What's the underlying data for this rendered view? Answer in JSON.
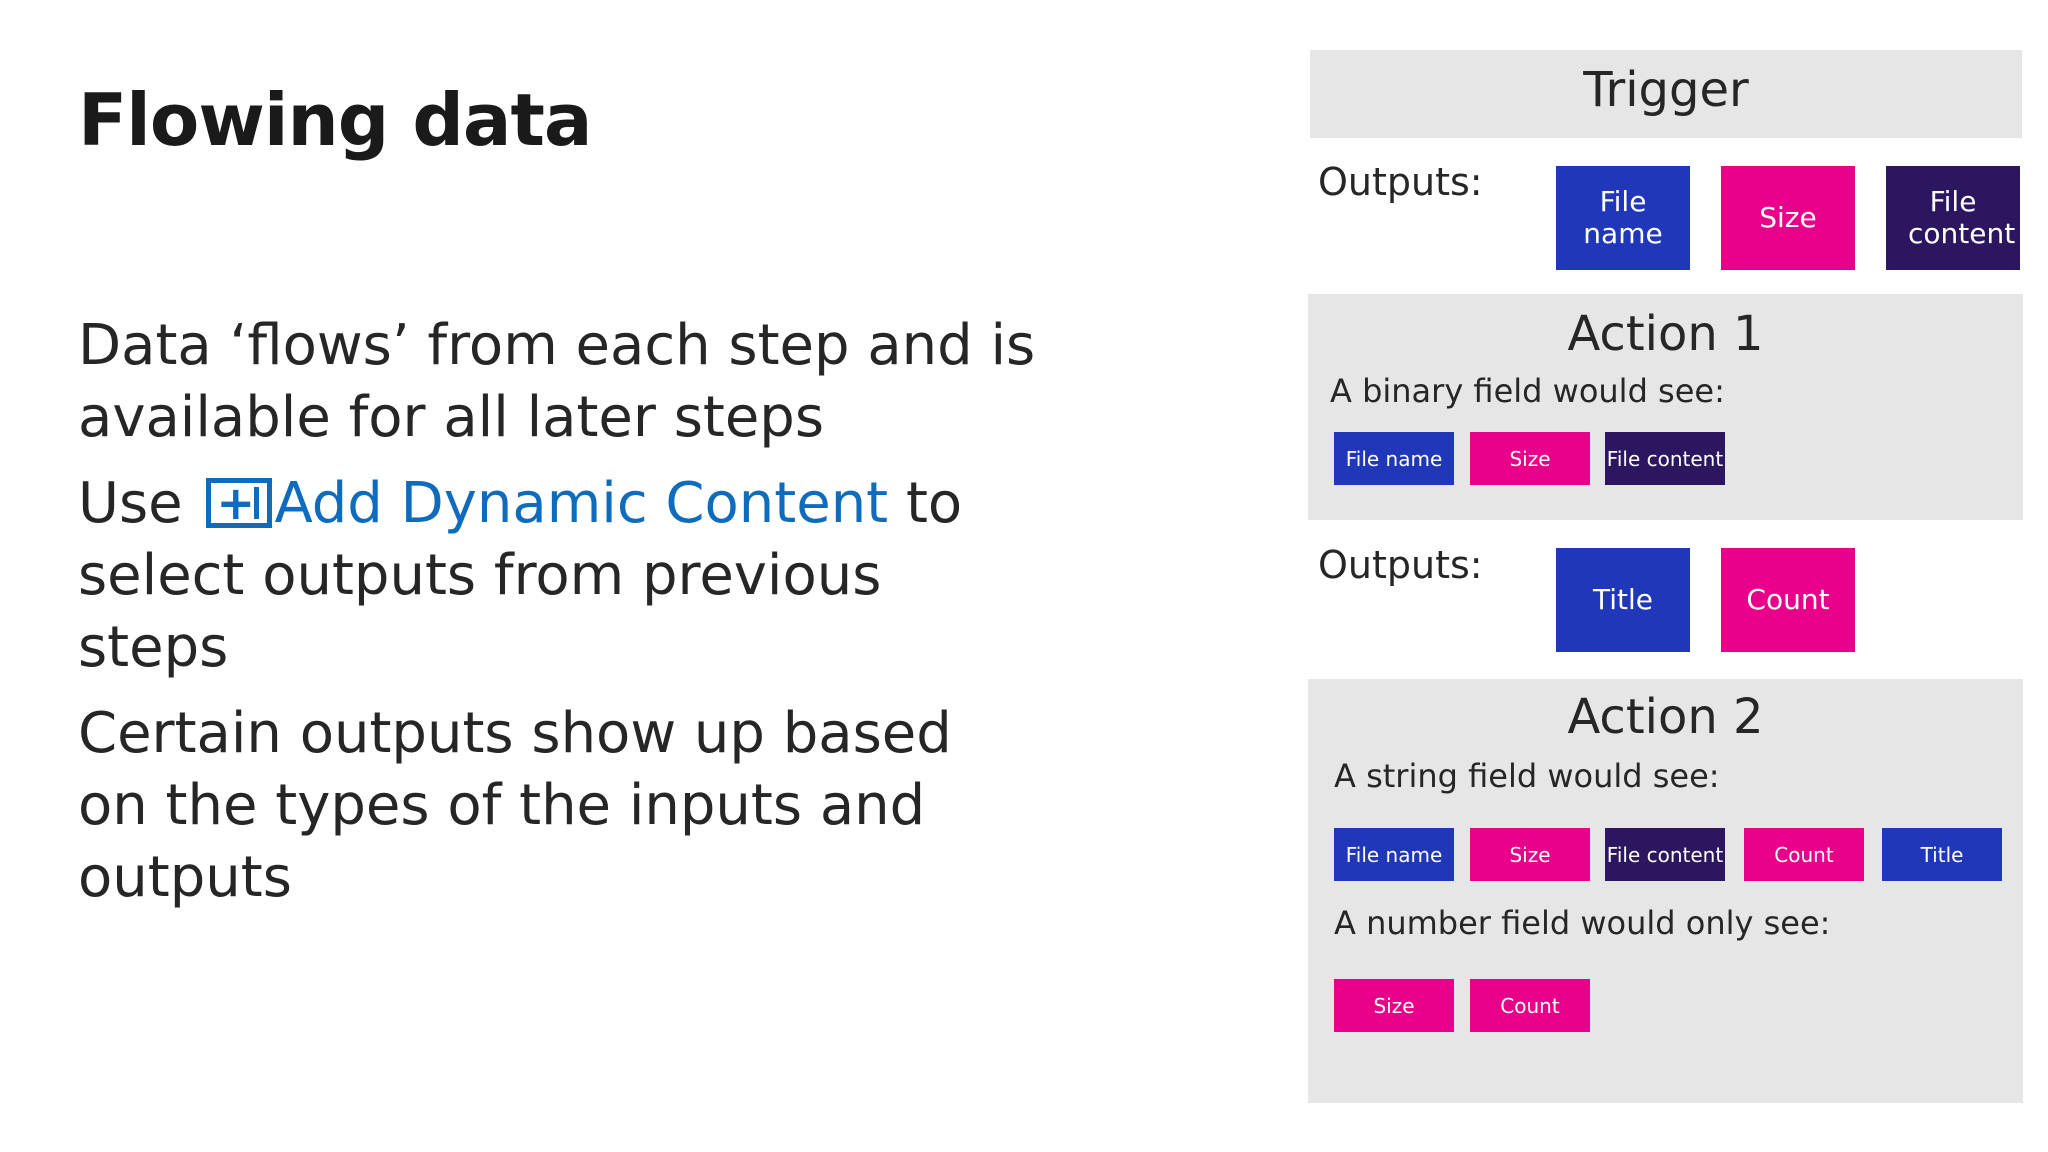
{
  "slide": {
    "title": "Flowing data",
    "bullets": [
      "Data ‘flows’ from each step and is available for all later steps",
      "Certain outputs show up based on the types of the inputs and outputs"
    ],
    "use_prefix": "Use",
    "dynamic_link": "Add Dynamic Content",
    "use_suffix_1": "to",
    "use_suffix_2": "select outputs from previous steps",
    "dynamic_icon": "add-dynamic-content-icon"
  },
  "colors": {
    "blue": "#1f37b8",
    "magenta": "#e8008a",
    "purple": "#2c1660",
    "panel": "#e6e6e6",
    "link": "#0f6cbd"
  },
  "trigger": {
    "title": "Trigger",
    "outputs_label": "Outputs:",
    "outputs": [
      "File name",
      "Size",
      "File content"
    ]
  },
  "action1": {
    "title": "Action 1",
    "field_label": "A  binary field would see:",
    "chips": [
      "File name",
      "Size",
      "File content"
    ],
    "outputs_label": "Outputs:",
    "outputs": [
      "Title",
      "Count"
    ]
  },
  "action2": {
    "title": "Action 2",
    "string_label": "A string field would see:",
    "string_chips": [
      "File name",
      "Size",
      "File content",
      "Count",
      "Title"
    ],
    "number_label": "A number field would only see:",
    "number_chips": [
      "Size",
      "Count"
    ]
  }
}
